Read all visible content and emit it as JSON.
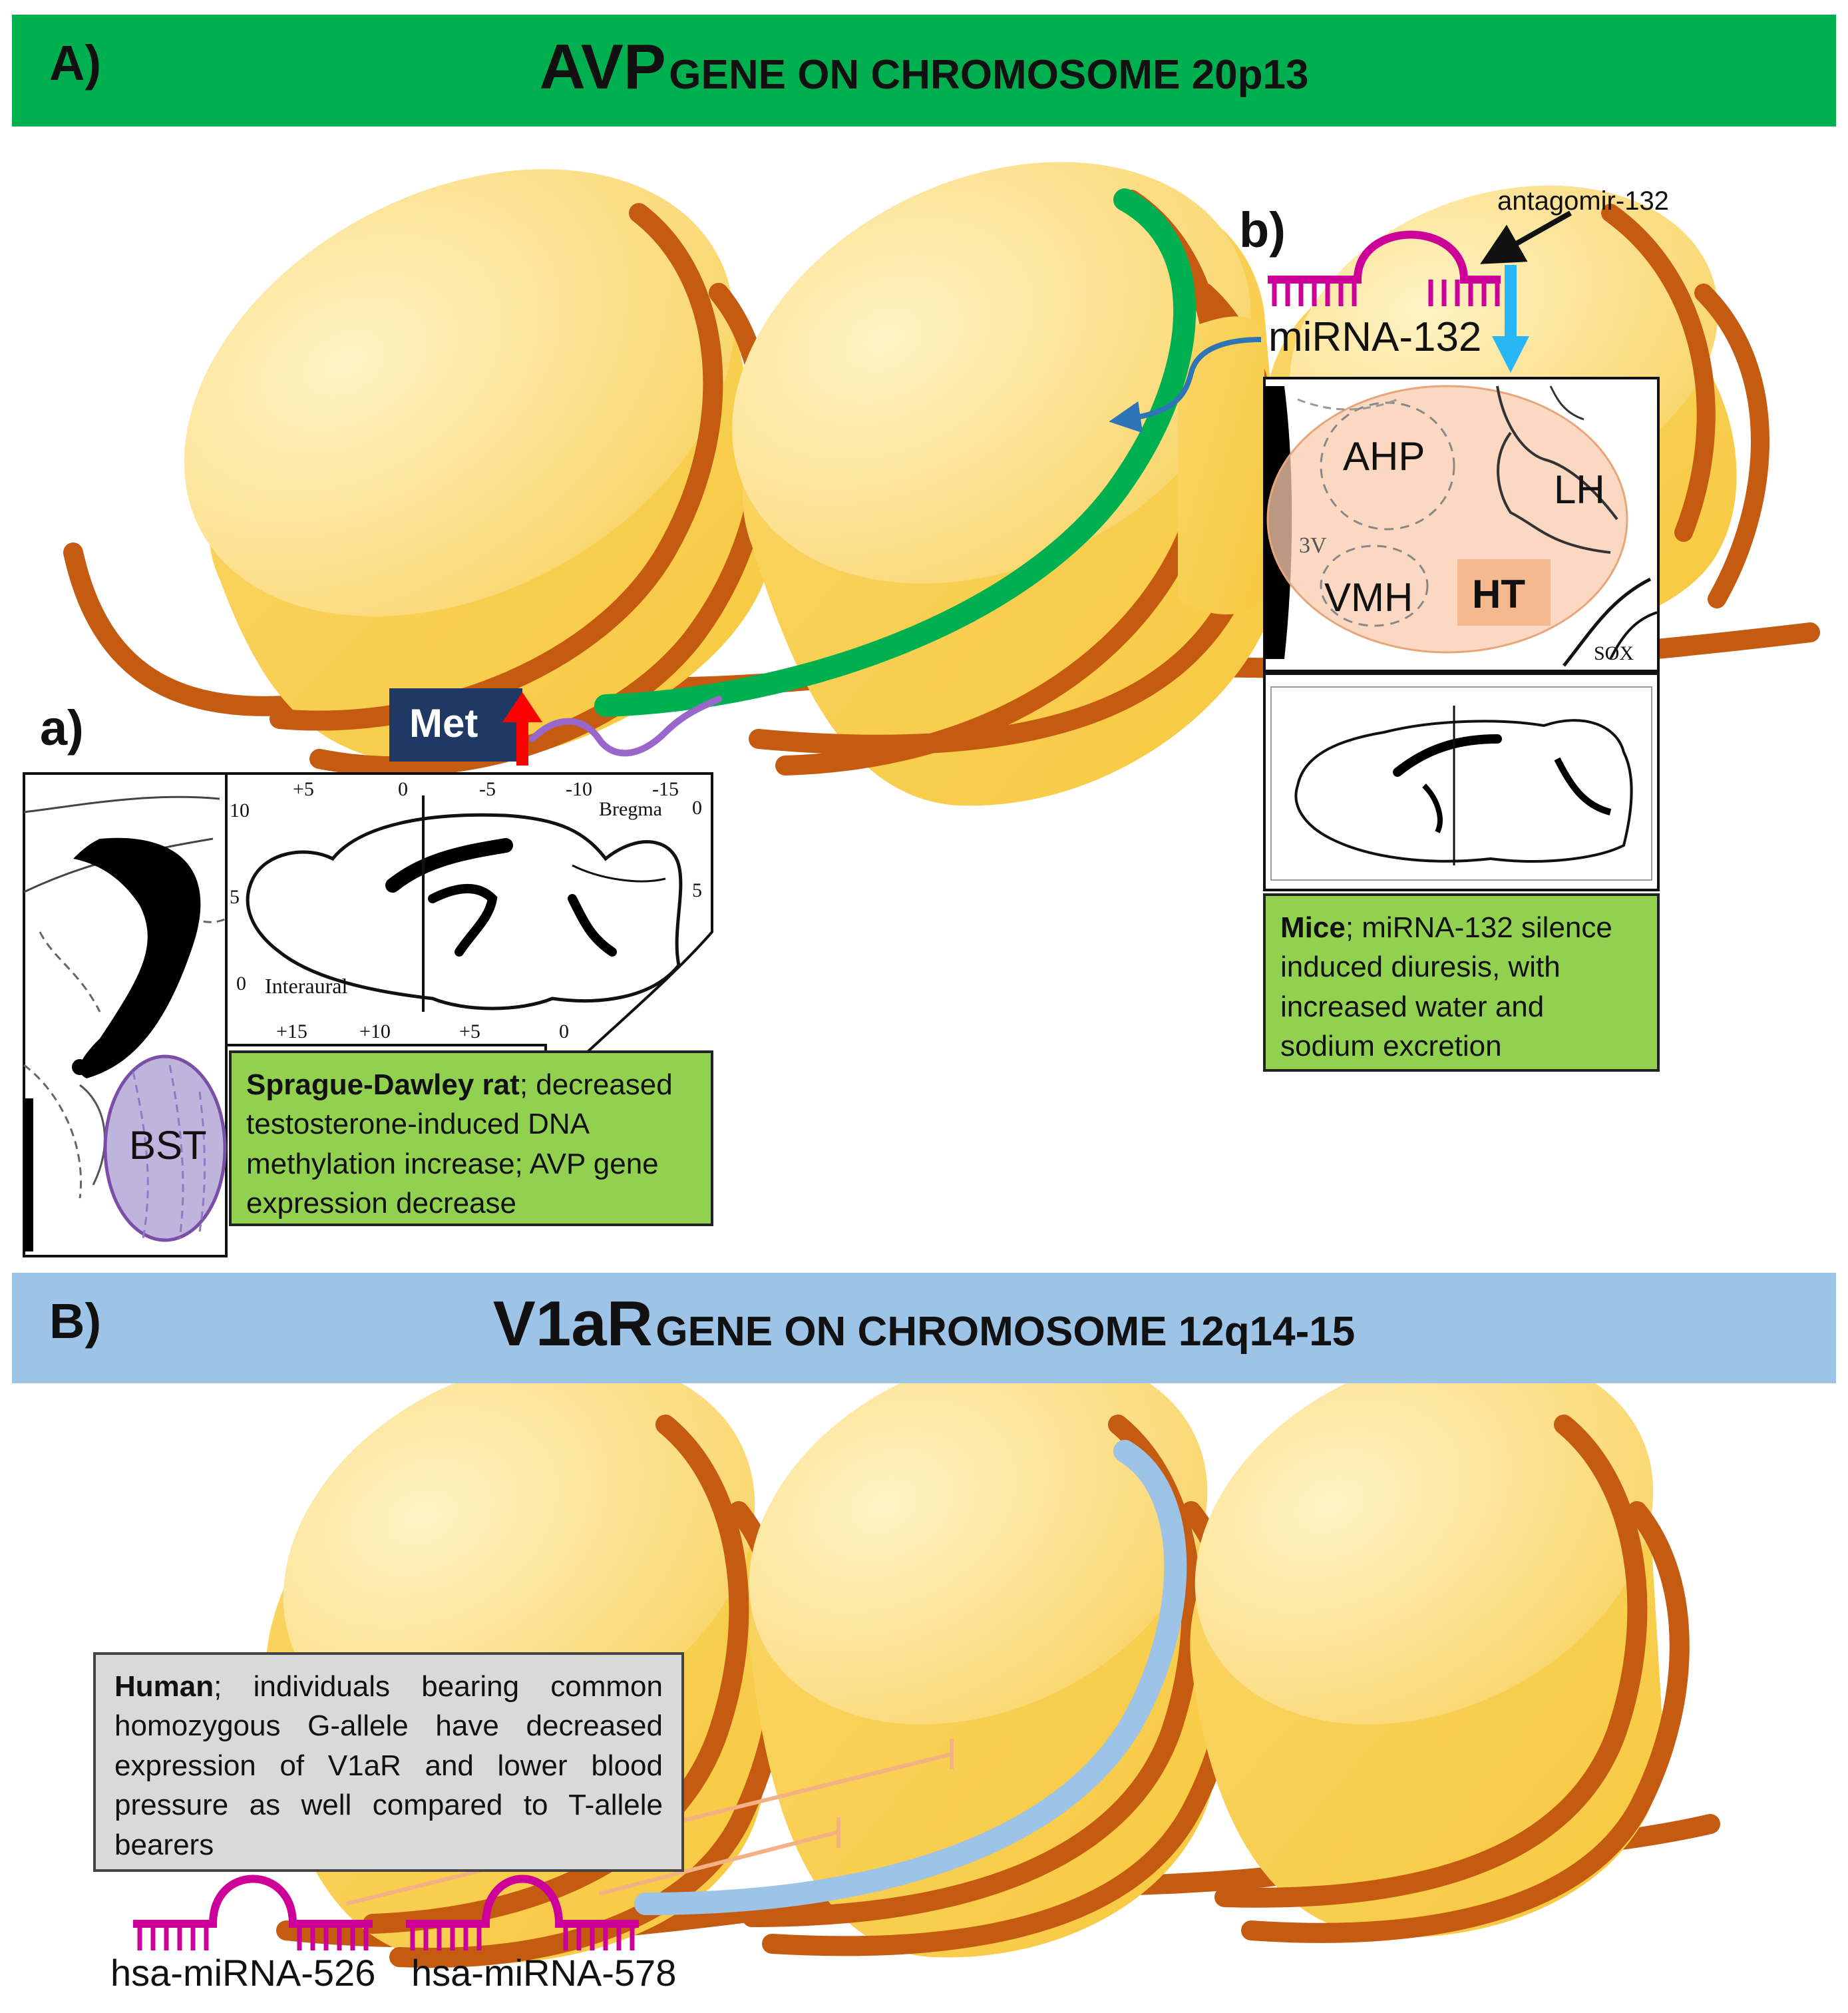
{
  "panel_a": {
    "letter": "A)",
    "gene": "AVP",
    "chromosome": "GENE ON CHROMOSOME 20p13",
    "sub_a": {
      "letter": "a)",
      "met_label": "Met",
      "region_label": "BST",
      "atlas_top_ticks": [
        "+5",
        "0",
        "-5",
        "-10",
        "-15"
      ],
      "atlas_bregma": "Bregma",
      "atlas_left_ticks": [
        "10",
        "5",
        "0"
      ],
      "atlas_right_ticks": [
        "0",
        "5"
      ],
      "atlas_interaural": "Interaural",
      "atlas_bottom_ticks": [
        "+15",
        "+10",
        "+5",
        "0"
      ],
      "caption_bold": "Sprague-Dawley rat",
      "caption_rest": "; decreased testosterone-induced DNA methylation increase; AVP gene expression decrease"
    },
    "sub_b": {
      "letter": "b)",
      "antagomir_label": "antagomir-132",
      "mirna_label": "miRNA-132",
      "regions": [
        "AHP",
        "LH",
        "VMH",
        "HT",
        "3V",
        "SOX"
      ],
      "caption_bold": "Mice",
      "caption_rest": "; miRNA-132 silence induced diuresis, with increased water and sodium excretion"
    }
  },
  "panel_b": {
    "letter": "B)",
    "gene": "V1aR",
    "chromosome": "GENE ON CHROMOSOME 12q14-15",
    "caption_bold": "Human",
    "caption_rest": "; individuals bearing common homozygous G-allele have decreased expression of V1aR and lower blood pressure as well compared to T-allele bearers",
    "mirna_left": "hsa-miRNA-526",
    "mirna_right": "hsa-miRNA-578"
  },
  "colors": {
    "banner_a": "#00b050",
    "banner_b": "#9dc3e6",
    "histone_top": "#fde49a",
    "histone_side": "#fad25c",
    "dna_strand": "#c55a11",
    "avp_gene": "#00b050",
    "v1ar_gene": "#9dc3e6",
    "mirna": "#cc0099",
    "met_box": "#1f3864",
    "met_arrow": "#ff0000",
    "caption_green": "#92d050",
    "caption_grey": "#d9d9d9",
    "region_pink": "#f8cbad",
    "region_purple": "#b4a7d6",
    "arrow_blue": "#29b6f6",
    "inhibit_line": "#f4b183"
  }
}
